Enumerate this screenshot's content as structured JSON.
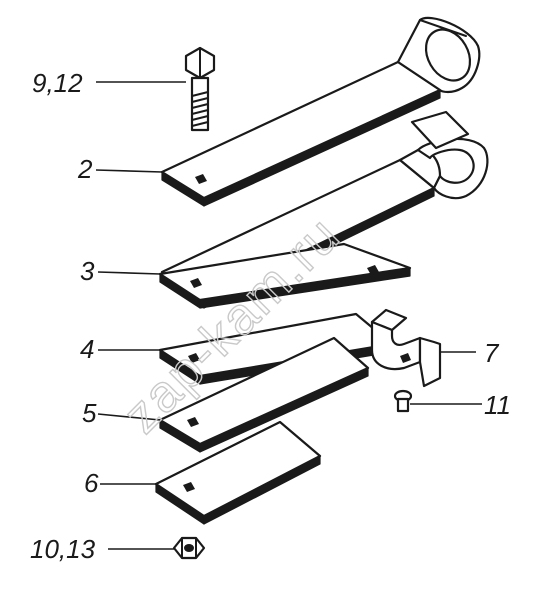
{
  "callouts": {
    "bolt": "9,12",
    "leaf_main": "2",
    "leaf_3": "3",
    "leaf_4": "4",
    "leaf_5": "5",
    "leaf_6": "6",
    "nut": "10,13",
    "clamp": "7",
    "screw": "11"
  },
  "watermark": "zap-kam.ru",
  "colors": {
    "ink": "#1a1a1a",
    "paper": "#ffffff",
    "watermark": "#c9c9c9"
  }
}
